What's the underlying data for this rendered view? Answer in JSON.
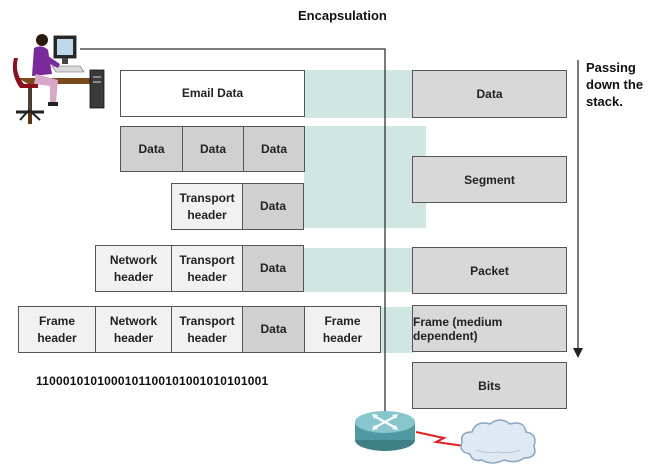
{
  "title": "Encapsulation",
  "side_note": "Passing\ndown the\nstack.",
  "rows": {
    "email": {
      "email_data": "Email Data"
    },
    "segments": {
      "data1": "Data",
      "data2": "Data",
      "data3": "Data"
    },
    "transport": {
      "transport_header": "Transport\nheader",
      "data": "Data"
    },
    "network": {
      "network_header": "Network\nheader",
      "transport_header": "Transport\nheader",
      "data": "Data"
    },
    "frame": {
      "frame_header_left": "Frame\nheader",
      "network_header": "Network\nheader",
      "transport_header": "Transport\nheader",
      "data": "Data",
      "frame_header_right": "Frame\nheader"
    }
  },
  "bits_string": "1100010101000101100101001010101001",
  "stages": {
    "data": "Data",
    "segment": "Segment",
    "packet": "Packet",
    "frame": "Frame (medium dependent)",
    "bits": "Bits"
  },
  "icons": [
    "computer-user-icon",
    "router-icon",
    "lightning-link-icon",
    "cloud-network-icon",
    "down-arrow-icon"
  ],
  "colors": {
    "teal_band": "#cfe6e3",
    "box_light": "#f1f1f1",
    "box_mid": "#d0d0d0",
    "stage_fill": "#d8d8d8",
    "link_red": "#e02020"
  }
}
